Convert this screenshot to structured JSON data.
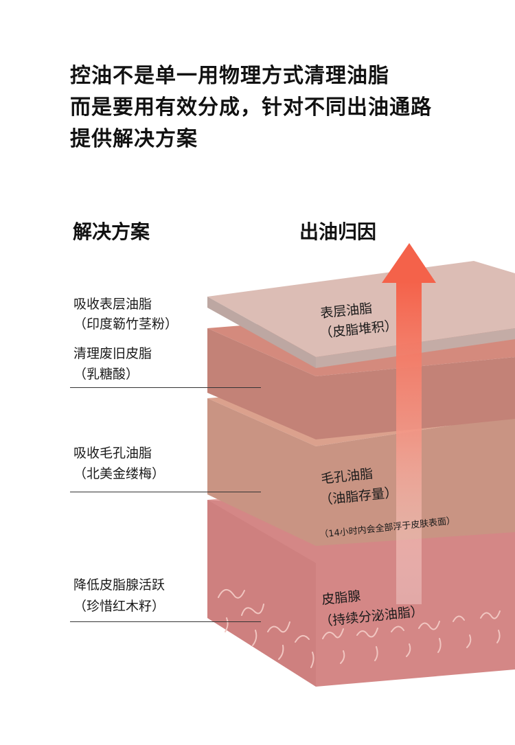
{
  "headline": {
    "lines": [
      "控油不是单一用物理方式清理油脂",
      "而是要用有效分成，针对不同出油通路",
      "提供解决方案"
    ]
  },
  "columns": {
    "left_title": "解决方案",
    "right_title": "出油归因"
  },
  "solutions": [
    {
      "title": "吸收表层油脂",
      "ingredient": "（印度簕竹茎粉）"
    },
    {
      "title": "清理废旧皮脂",
      "ingredient": "（乳糖酸）"
    },
    {
      "title": "吸收毛孔油脂",
      "ingredient": "（北美金缕梅）"
    },
    {
      "title": "降低皮脂腺活跃",
      "ingredient": "（珍惜红木籽）"
    }
  ],
  "layers": [
    {
      "title": "表层油脂",
      "cause": "（皮脂堆积）"
    },
    {
      "title": "毛孔油脂",
      "cause": "（油脂存量）",
      "note": "（14小时内会全部浮于皮肤表面）"
    },
    {
      "title": "皮脂腺",
      "cause": "（持续分泌油脂）"
    }
  ],
  "colors": {
    "top_layer": "#dcbdb5",
    "corneum_layer": "#c38277",
    "pore_layer": "#c99483",
    "gland_layer": "#d48786",
    "arrow_top": "#f4624a",
    "arrow_bottom": "#fbe6e3"
  },
  "icons": {
    "arrow": "up-arrow-icon"
  }
}
